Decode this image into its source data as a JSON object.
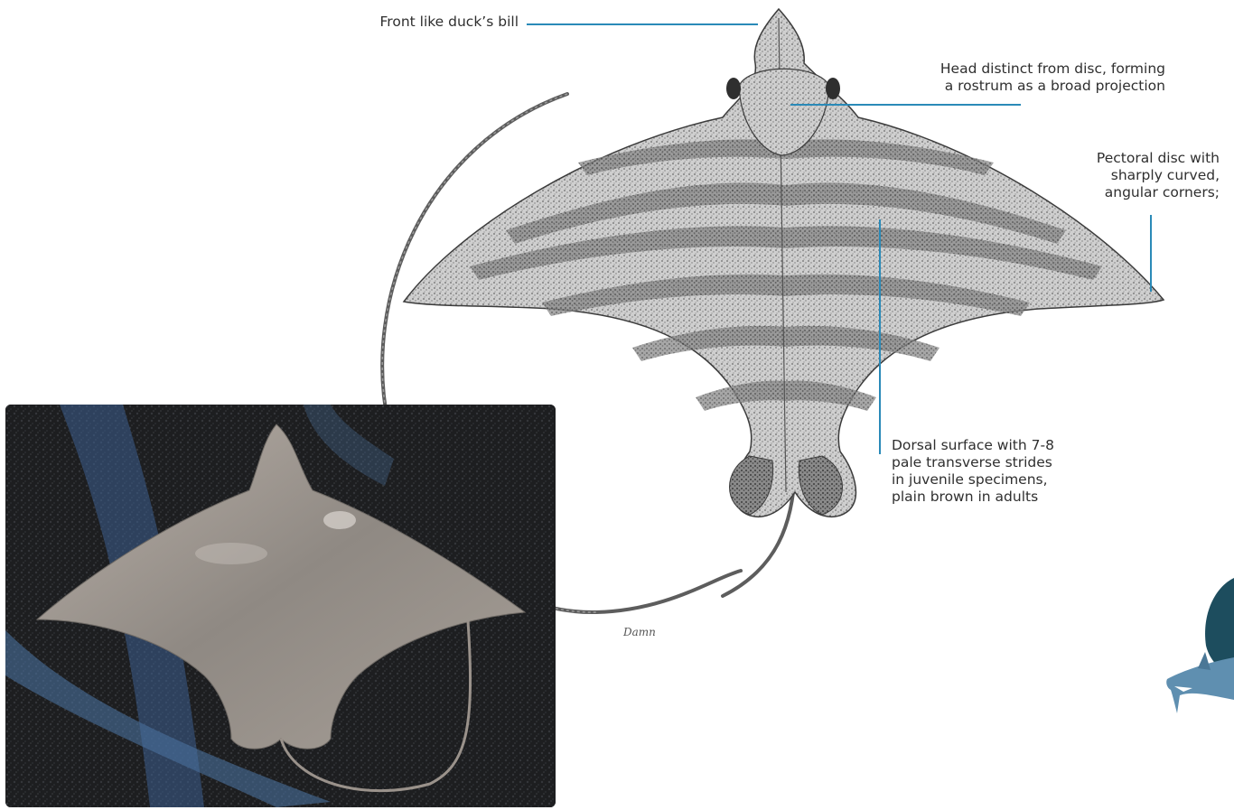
{
  "annotations": {
    "front": "Front like duck’s bill",
    "head": [
      "Head distinct from disc, forming",
      "a rostrum as a broad projection"
    ],
    "pectoral": [
      "Pectoral disc with",
      "sharply curved,",
      "angular corners;"
    ],
    "dorsal": [
      "Dorsal surface with 7-8",
      "pale transverse strides",
      "in juvenile specimens,",
      "plain brown in adults"
    ]
  },
  "signature": "Damn",
  "icons": {
    "illustration": "ray-illustration",
    "photo": "ray-photo",
    "shark": "shark-icon"
  },
  "colors": {
    "leader": "#2a8ab8",
    "ray_fill": "#c9c9c9",
    "ray_dark": "#5a5a5a",
    "photo_bg": "#1b1c1e",
    "photo_ray": "#9d958e"
  }
}
